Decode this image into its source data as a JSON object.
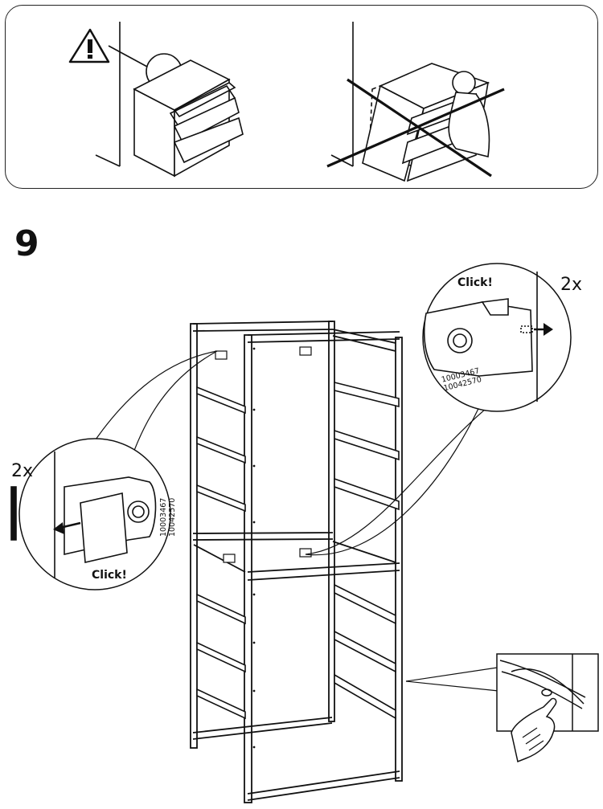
{
  "step": {
    "number": "9"
  },
  "callout_left": {
    "count": "2x",
    "click_label": "Click!",
    "part_codes": [
      "10003467",
      "10042570"
    ]
  },
  "callout_right": {
    "count": "2x",
    "click_label": "Click!",
    "part_codes": [
      "10003467",
      "10042570"
    ]
  },
  "icons": {
    "warning": "warning-triangle-icon",
    "hand": "pointing-hand-icon"
  }
}
